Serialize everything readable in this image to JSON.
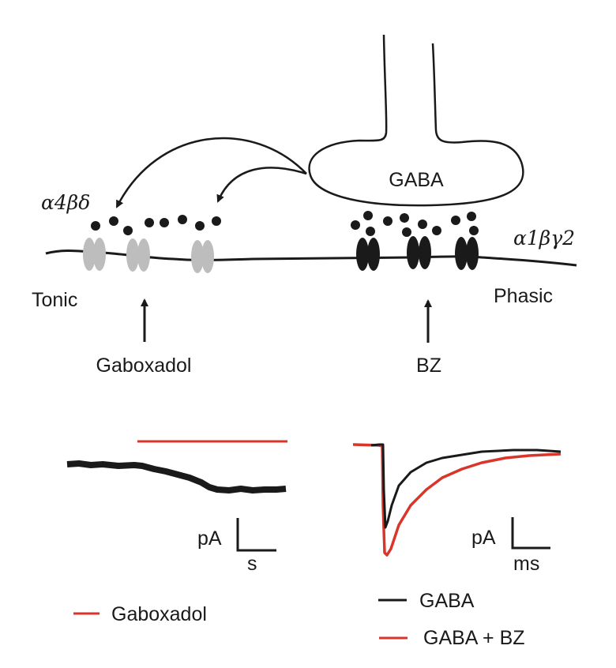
{
  "diagram": {
    "terminal_label": "GABA",
    "extrasynaptic_subunits": "α4βδ",
    "synaptic_subunits": "α1βγ2",
    "tonic_label": "Tonic",
    "phasic_label": "Phasic",
    "tonic_drug_label": "Gaboxadol",
    "phasic_drug_label": "BZ"
  },
  "traces": {
    "tonic": {
      "scale_y_unit": "pA",
      "scale_x_unit": "s",
      "application_bar_color": "#d9352b",
      "trace_color": "#1a1a1a"
    },
    "phasic": {
      "scale_y_unit": "pA",
      "scale_x_unit": "ms",
      "control_color": "#1a1a1a",
      "bz_color": "#d9352b"
    }
  },
  "legend": {
    "tonic": [
      {
        "label": "Gaboxadol",
        "color": "#d9352b"
      }
    ],
    "phasic": [
      {
        "label": "GABA",
        "color": "#1a1a1a"
      },
      {
        "label": "GABA + BZ",
        "color": "#d9352b"
      }
    ]
  }
}
